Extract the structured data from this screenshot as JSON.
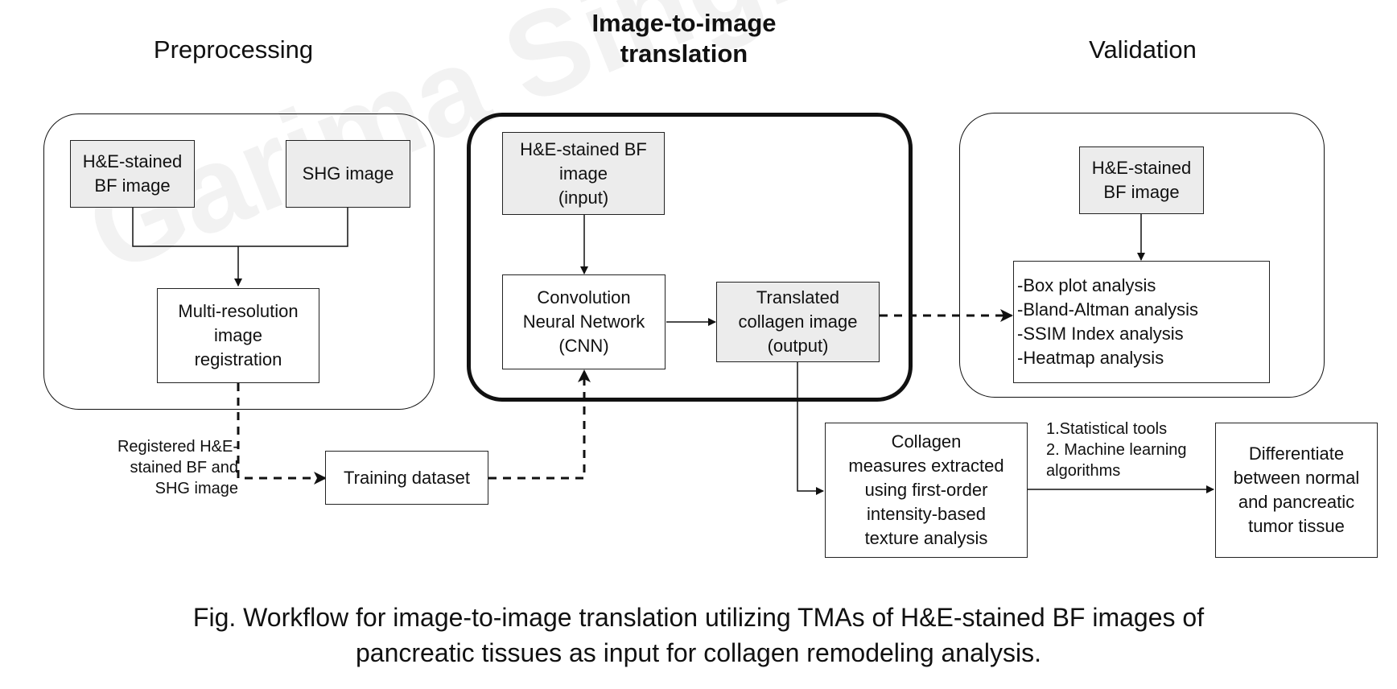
{
  "watermark": "Garima Singhal",
  "sections": {
    "preprocessing": "Preprocessing",
    "translation": "Image-to-image\ntranslation",
    "validation": "Validation"
  },
  "nodes": {
    "pre_he": "H&E-stained\nBF image",
    "pre_shg": "SHG image",
    "pre_registration": "Multi-resolution\nimage\nregistration",
    "training_dataset": "Training dataset",
    "tr_input": "H&E-stained BF\nimage\n(input)",
    "tr_cnn": "Convolution\nNeural Network\n(CNN)",
    "tr_output": "Translated\ncollagen image\n(output)",
    "val_he": "H&E-stained\nBF image",
    "val_analysis": "-Box plot analysis\n-Bland-Altman analysis\n-SSIM Index analysis\n-Heatmap analysis",
    "collagen_measures": "Collagen\nmeasures extracted\nusing first-order\nintensity-based\ntexture analysis",
    "differentiate": "Differentiate\nbetween normal\nand pancreatic\ntumor tissue"
  },
  "edge_labels": {
    "registered": "Registered H&E-\nstained BF and\nSHG image",
    "tools": "1.Statistical tools\n2. Machine learning\nalgorithms"
  },
  "caption": "Fig. Workflow for image-to-image translation utilizing TMAs of H&E-stained BF images of\npancreatic tissues as input for collagen remodeling analysis."
}
